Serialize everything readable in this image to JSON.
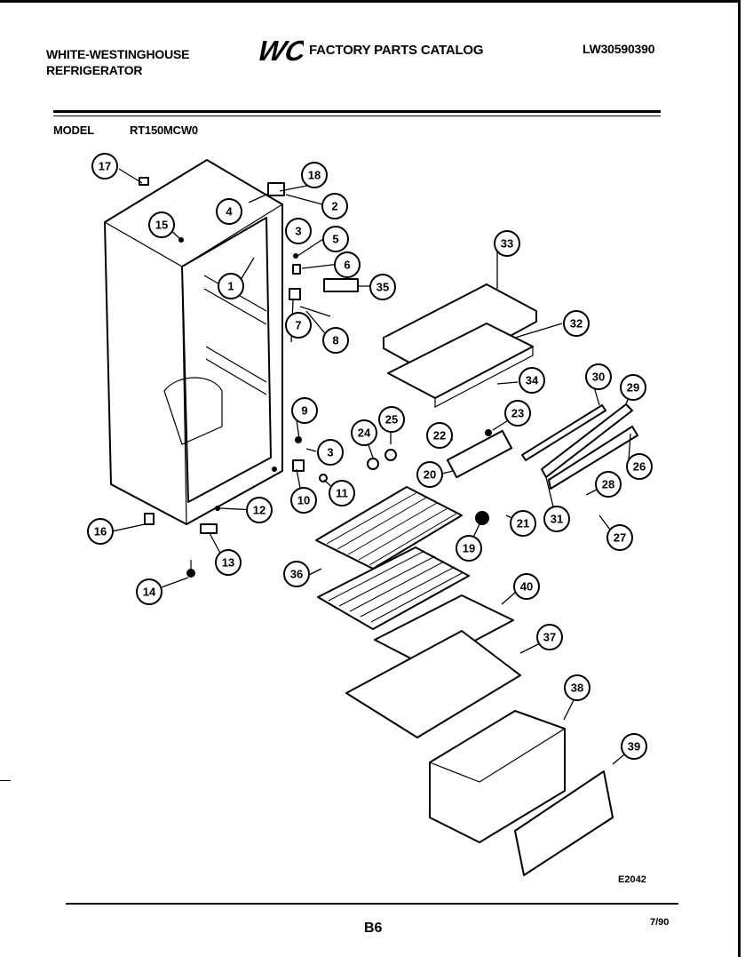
{
  "header": {
    "brand_line1": "WHITE-WESTINGHOUSE",
    "brand_line2": "REFRIGERATOR",
    "logo_text": "WCI",
    "catalog_title": "FACTORY PARTS CATALOG",
    "document_number": "LW30590390"
  },
  "model": {
    "label": "MODEL",
    "value": "RT150MCW0"
  },
  "callouts": [
    "1",
    "2",
    "3",
    "3",
    "4",
    "5",
    "6",
    "7",
    "8",
    "9",
    "10",
    "11",
    "12",
    "13",
    "14",
    "15",
    "16",
    "17",
    "18",
    "19",
    "20",
    "21",
    "22",
    "23",
    "24",
    "25",
    "26",
    "27",
    "28",
    "29",
    "30",
    "31",
    "32",
    "33",
    "34",
    "35",
    "36",
    "37",
    "38",
    "39",
    "40"
  ],
  "footer": {
    "figure_code": "E2042",
    "page_number": "B6",
    "date": "7/90"
  }
}
